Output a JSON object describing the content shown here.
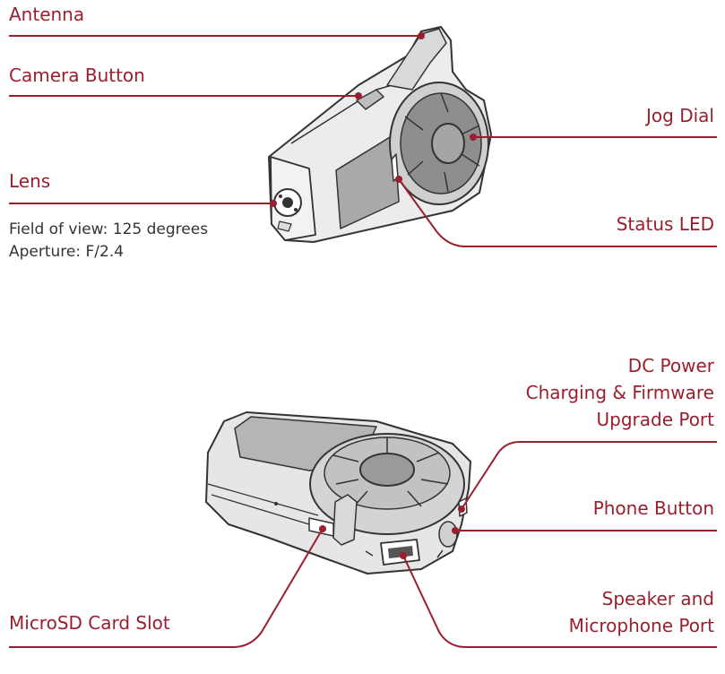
{
  "labels": {
    "antenna": "Antenna",
    "camera_button": "Camera Button",
    "lens": "Lens",
    "jog_dial": "Jog Dial",
    "status_led": "Status LED",
    "dc_power_line1": "DC Power",
    "dc_power_line2": "Charging & Firmware",
    "dc_power_line3": "Upgrade Port",
    "phone_button": "Phone Button",
    "speaker_line1": "Speaker and",
    "speaker_line2": "Microphone Port",
    "microsd": "MicroSD Card Slot"
  },
  "lens_specs": {
    "field_of_view": "Field of view: 125 degrees",
    "aperture": "Aperture: F/2.4"
  },
  "colors": {
    "accent": "#9a1f2e",
    "device_outline": "#333333",
    "device_fill": "#e6e6e6"
  }
}
